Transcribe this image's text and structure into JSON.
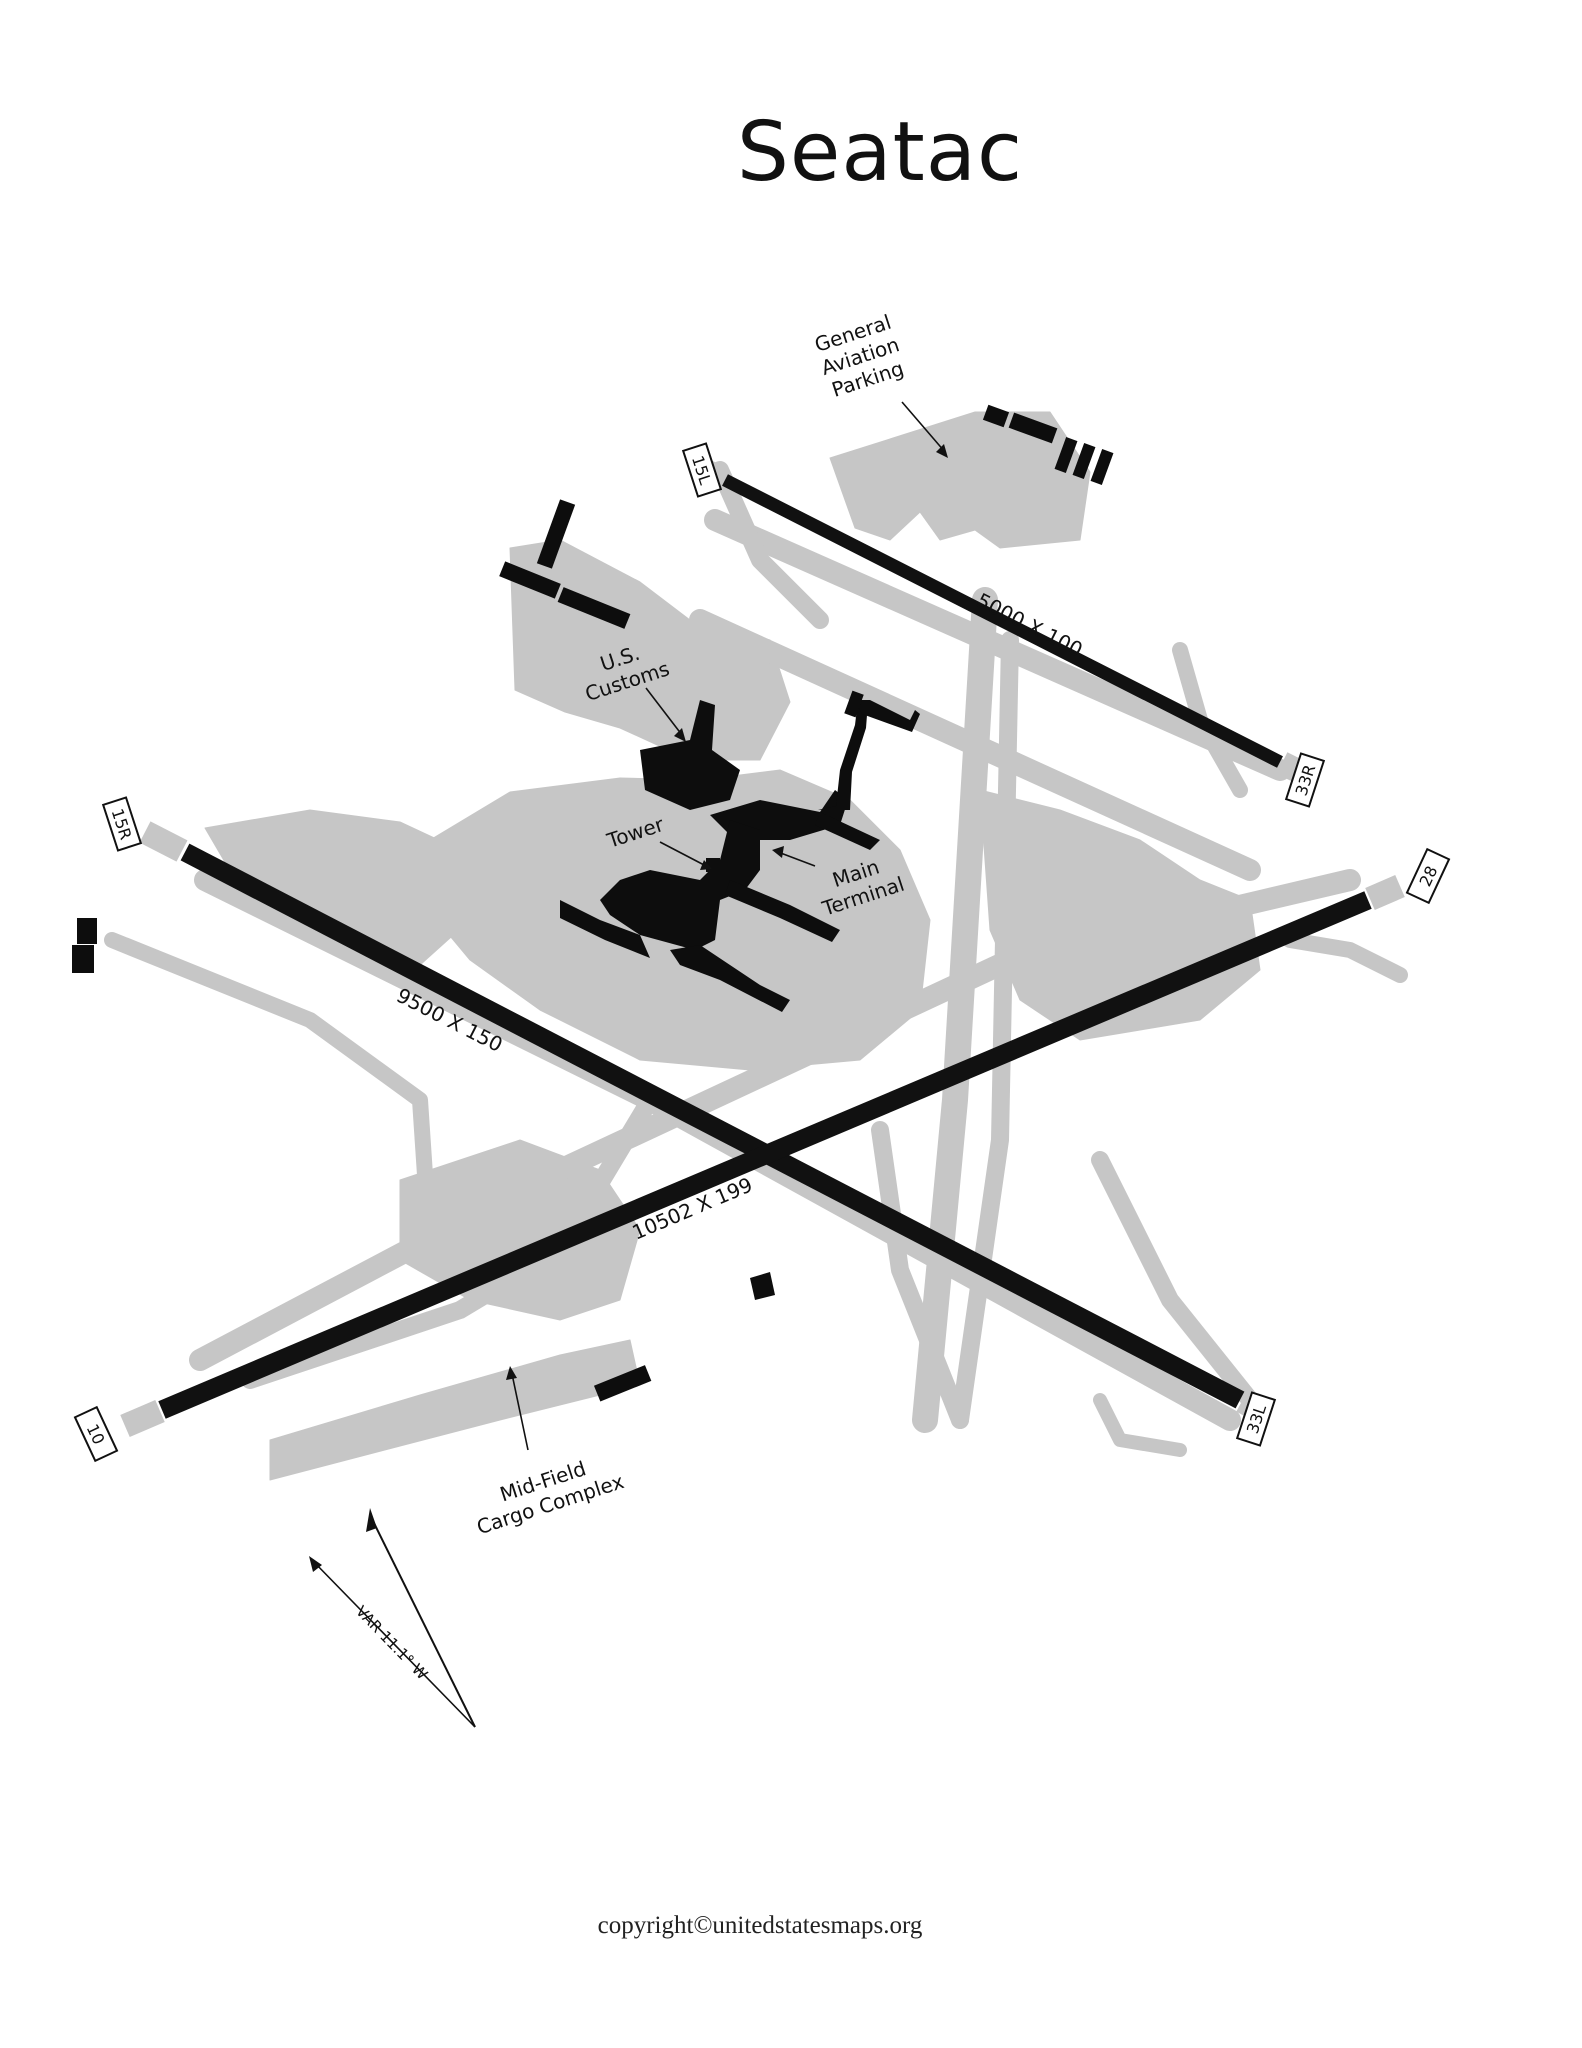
{
  "title": "Seatac",
  "labels": {
    "general_aviation": [
      "General",
      "Aviation",
      "Parking"
    ],
    "us_customs": [
      "U.S.",
      "Customs"
    ],
    "tower": "Tower",
    "main_terminal": [
      "Main",
      "Terminal"
    ],
    "cargo": [
      "Mid-Field",
      "Cargo Complex"
    ],
    "variation": "VAR 11.1° W"
  },
  "runways": {
    "r1": {
      "ends": [
        "15L",
        "33R"
      ],
      "dims": "5000 X 100"
    },
    "r2": {
      "ends": [
        "15R",
        "33L"
      ],
      "dims": "9500 X 150"
    },
    "r3": {
      "ends": [
        "10",
        "28"
      ],
      "dims": "10502 X 199"
    }
  },
  "colors": {
    "pavement": "#c6c6c6",
    "runway": "#111111",
    "building": "#0d0d0d"
  },
  "footer": "copyright©unitedstatesmaps.org"
}
